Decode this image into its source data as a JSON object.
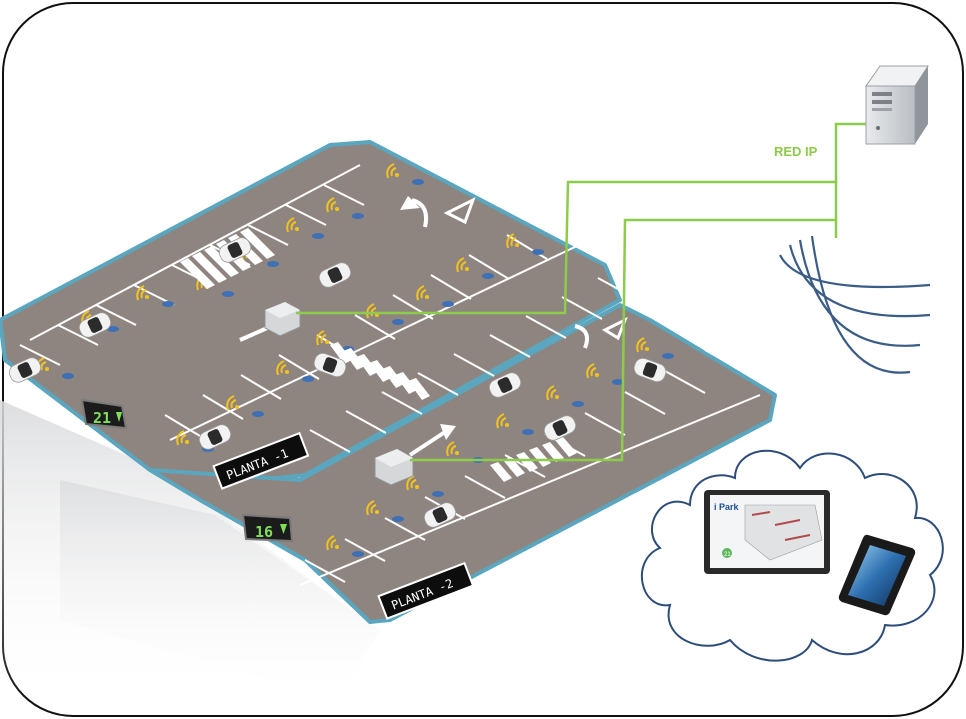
{
  "network": {
    "label": "RED IP",
    "line_color": "#8ccc4a",
    "wave_color": "#3b5c86"
  },
  "floors": {
    "upper": {
      "name": "PLANTA -1",
      "free_spaces": "21"
    },
    "lower": {
      "name": "PLANTA -2",
      "free_spaces": "16"
    }
  },
  "cloud": {
    "tablet": {
      "app_name": "i Park",
      "badge": "21"
    }
  },
  "colors": {
    "floor": "#8e8580",
    "floor_edge": "#5aa6bf",
    "sensor_signal": "#f4c21a",
    "space_sensor": "#3f6fb5",
    "display_digits": "#7ee05a"
  },
  "icons": [
    "server-icon",
    "wifi-waves-icon",
    "cloud-icon",
    "tablet-icon",
    "smartphone-icon",
    "controller-box-icon",
    "led-display-icon",
    "car-icon"
  ]
}
